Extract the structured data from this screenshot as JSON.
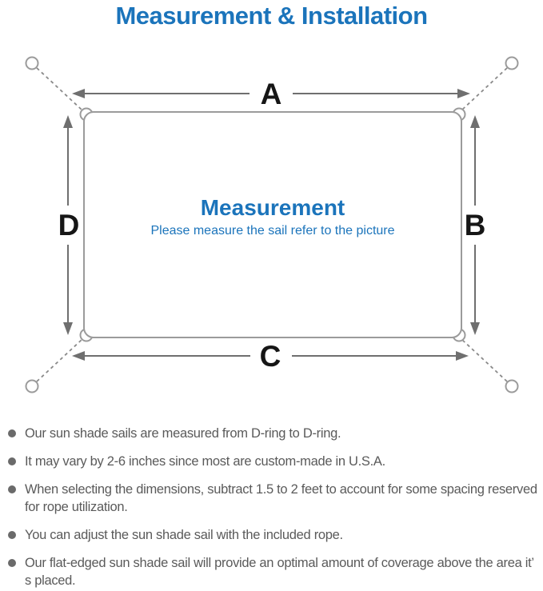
{
  "page": {
    "title": "Measurement & Installation"
  },
  "diagram": {
    "edge_labels": {
      "top": "A",
      "right": "B",
      "bottom": "C",
      "left": "D"
    },
    "center": {
      "title": "Measurement",
      "subtitle": "Please measure the sail refer to the picture"
    }
  },
  "notes": [
    "Our sun shade sails are measured from D-ring to D-ring.",
    "It may vary by 2-6 inches since most are custom-made in U.S.A.",
    "When selecting the dimensions, subtract 1.5 to 2 feet to account for some spacing reserved for rope utilization.",
    "You can adjust the sun shade sail with the included rope.",
    "Our flat-edged sun shade sail will provide an optimal amount of coverage above the area it’ s placed."
  ],
  "colors": {
    "accent_blue": "#1b74bb",
    "outline_gray": "#9b9b9b",
    "arrow_gray": "#6f6f6f",
    "body_text_gray": "#5a5a5a",
    "edge_label_black": "#161616"
  }
}
